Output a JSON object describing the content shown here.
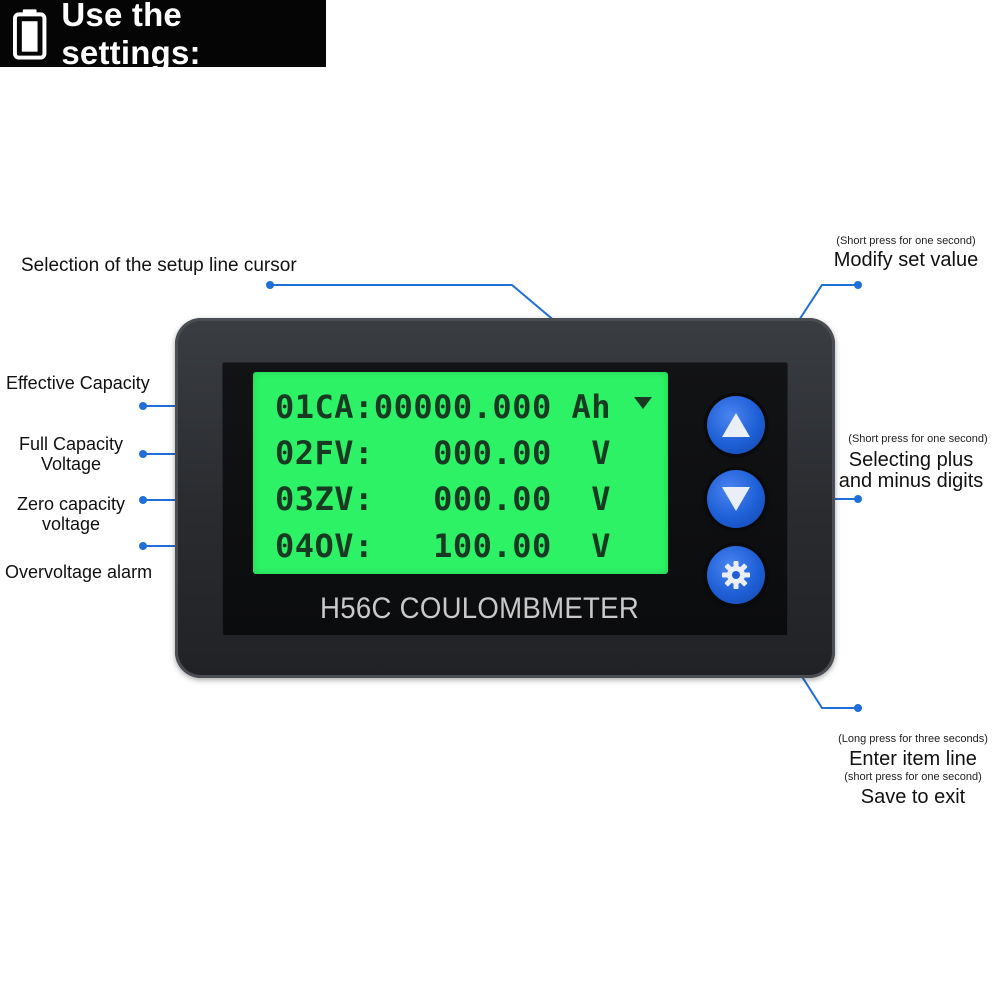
{
  "header": {
    "title": "Use the settings:"
  },
  "colors": {
    "lcd": "#2df266",
    "button": "#1e5fd6",
    "leader": "#1f6fd8"
  },
  "lcd": {
    "lines": [
      "01CA:00000.000 Ah",
      "02FV:   000.00  V",
      "03ZV:   000.00  V",
      "04OV:   100.00  V"
    ],
    "model": "H56C  COULOMBMETER"
  },
  "labels": {
    "cursor": "Selection of the setup line cursor",
    "effective_capacity": "Effective Capacity",
    "full_capacity_1": "Full Capacity",
    "full_capacity_2": "Voltage",
    "zero_capacity_1": "Zero capacity",
    "zero_capacity_2": "voltage",
    "overvoltage": "Overvoltage alarm"
  },
  "buttons": {
    "up": {
      "hint": "(Short press for one second)",
      "desc": "Modify set value"
    },
    "down": {
      "hint": "(Short press for one second)",
      "desc_1": "Selecting plus",
      "desc_2": "and minus digits"
    },
    "settings": {
      "hint_long": "(Long press for three seconds)",
      "desc_long": "Enter item line",
      "hint_short": "(short press for one second)",
      "desc_short": "Save to exit"
    }
  },
  "icons": [
    "battery-icon",
    "cursor-triangle-icon",
    "up-arrow-icon",
    "down-arrow-icon",
    "gear-icon"
  ]
}
